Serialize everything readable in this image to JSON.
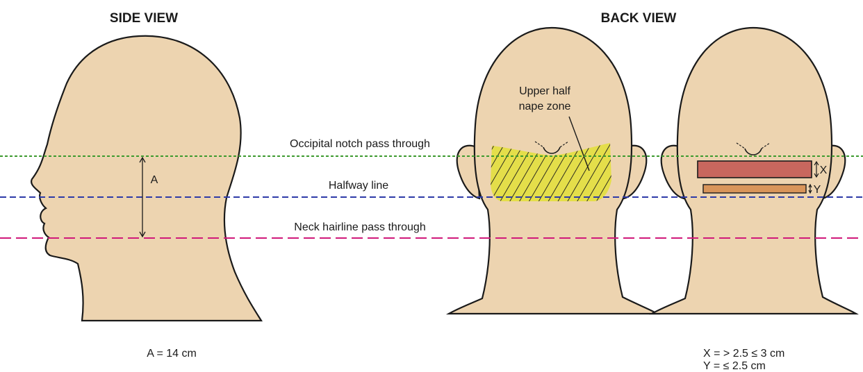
{
  "titles": {
    "side": "SIDE VIEW",
    "back": "BACK VIEW"
  },
  "lines": {
    "occipital": "Occipital notch pass through",
    "halfway": "Halfway line",
    "neck": "Neck hairline pass through"
  },
  "zone_label": {
    "line1": "Upper half",
    "line2": "nape zone"
  },
  "markers": {
    "a": "A",
    "x": "X",
    "y": "Y"
  },
  "captions": {
    "side": "A = 14 cm",
    "x": "X = > 2.5 ≤ 3 cm",
    "y": "Y = ≤ 2.5 cm"
  },
  "colors": {
    "skin": "#EDD4B0",
    "outline": "#1a1a1a",
    "occipital_line": "#3c9a2e",
    "halfway_line": "#2d3aa8",
    "neck_line": "#d0197a",
    "zone_fill": "#E4DE4A",
    "strip_x": "#C8675E",
    "strip_y": "#D9955A"
  }
}
